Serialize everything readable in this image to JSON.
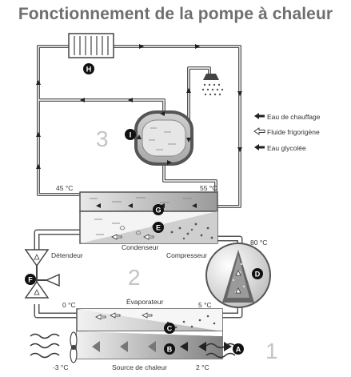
{
  "title": "Fonctionnement de la pompe à chaleur",
  "zones": [
    "1",
    "2",
    "3"
  ],
  "markers": [
    "A",
    "B",
    "C",
    "D",
    "E",
    "F",
    "G",
    "H",
    "I"
  ],
  "components": {
    "condenseur": "Condenseur",
    "evaporateur": "Évaporateur",
    "compresseur": "Compresseur",
    "detendeur": "Détendeur",
    "source": "Source de chaleur"
  },
  "temperatures": {
    "t45": "45 °C",
    "t55": "55 °C",
    "t80": "80 °C",
    "t0": "0 °C",
    "t5": "5 °C",
    "tm3": "-3 °C",
    "t2": "2 °C"
  },
  "legend": [
    {
      "label": "Eau de chauffage",
      "icon": "solid-arrow-icon"
    },
    {
      "label": "Fluide frigorigène",
      "icon": "hollow-arrow-icon"
    },
    {
      "label": "Eau glycolée",
      "icon": "solid-arrow-icon"
    }
  ],
  "colors": {
    "pipe": "#555555",
    "title": "#6f6f6f",
    "tank": "#bdbdbd",
    "zone_number": "#c4c4c4"
  }
}
